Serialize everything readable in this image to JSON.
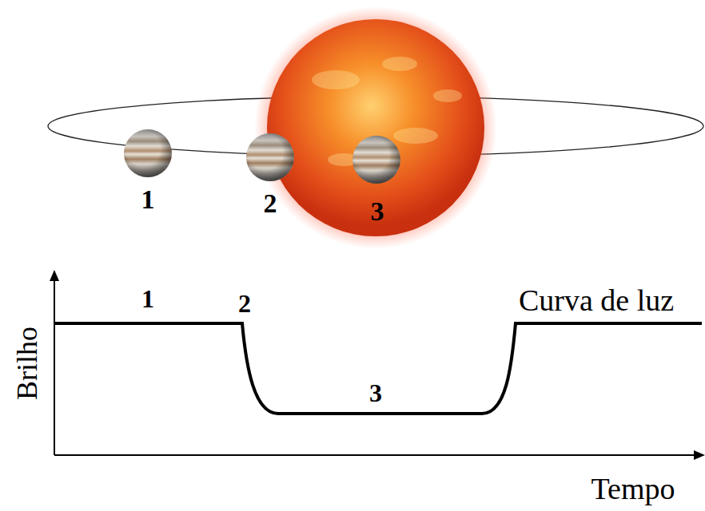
{
  "diagram": {
    "labels": [
      "1",
      "2",
      "3",
      "1",
      "2",
      "Curva de luz",
      "3",
      "Brilho",
      "Tempo"
    ]
  }
}
